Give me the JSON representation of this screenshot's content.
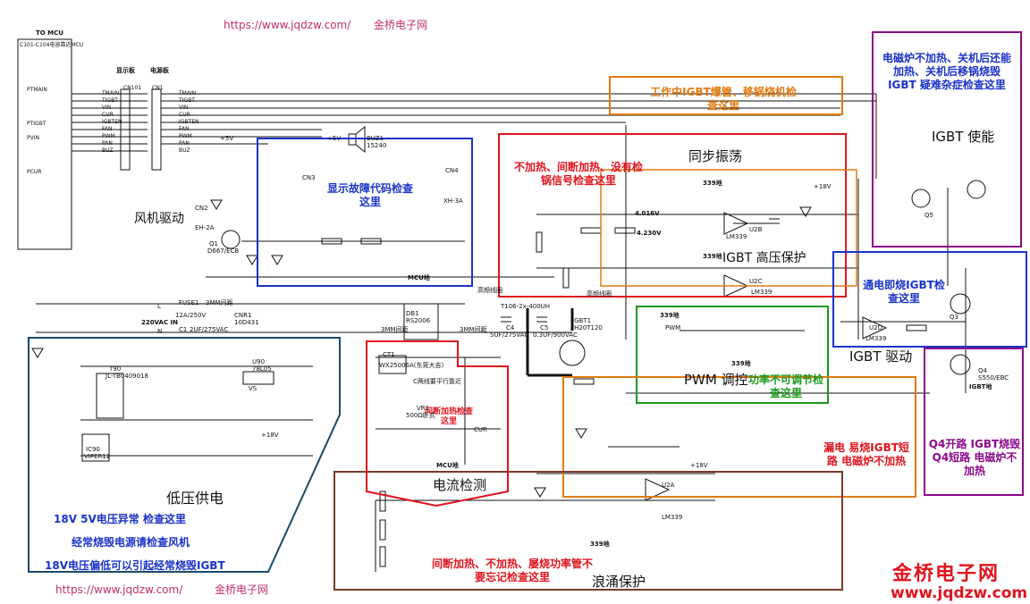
{
  "header": {
    "url_text": "https://www.jqdzw.com/",
    "site_name": "金桥电子网"
  },
  "footer": {
    "url_text": "https://www.jqdzw.com/",
    "site_name": "金桥电子网"
  },
  "logo": {
    "name": "金桥电子网",
    "url": "www.jqdzw.com"
  },
  "mcu": {
    "to_mcu": "TO MCU",
    "ic_label": "C101-C104电容靠近MCU",
    "display_board": "显示板",
    "power_board": "电源板",
    "cn101": "CN101",
    "cn1": "CN1"
  },
  "signals": [
    "TMAIN",
    "TIGBT",
    "VIN",
    "CUR",
    "IGBTEN",
    "FAN",
    "PWM",
    "PAN",
    "BUZ"
  ],
  "mcu_pins": [
    "PTMAIN",
    "PTIGBT",
    "PVIN",
    "PCUR"
  ],
  "blocks": {
    "fan_drive": "风机驱动",
    "low_voltage": "低压供电",
    "current_detect": "电流检测",
    "surge_protect": "浪涌保护",
    "sync_osc": "同步振荡",
    "igbt_hv_protect": "IGBT 高压保护",
    "pwm_control": "PWM 调控",
    "igbt_drive": "IGBT 驱动",
    "igbt_enable": "IGBT 使能"
  },
  "notes": {
    "display_fault": "显示故障代码检查这里",
    "no_heat": "不加热、间断加热、没有检锅信号检查这里",
    "igbt_burst": "工作中IGBT爆管、移锅烧机检查这里",
    "power_off_burn": "电磁炉不加热、关机后还能加热、关机后移锅烧毁IGBT 疑难杂症检查这里",
    "power_on_burn": "通电即烧IGBT检查这里",
    "power_not_adjust": "功率不可调节检查这里",
    "leak": "漏电 易烧IGBT短路 电磁炉不加热",
    "q4": "Q4开路 IGBT烧毁Q4短路 电磁炉不加热",
    "intermittent_heat": "间断加热检查这里",
    "surge_note": "间断加热、不加热、屡烧功率管不要忘记检查这里",
    "lv_18v": "18V 5V电压异常 检查这里",
    "lv_fan": "经常烧毁电源请检查风机",
    "lv_18v_low": "18V电压偏低可以引起经常烧毁IGBT"
  },
  "components": {
    "fuse": "FUSE1",
    "fuse_val": "12A/250V",
    "ac_in": "220VAC IN",
    "cnr1": "CNR1",
    "cnr1_val": "10D431",
    "c1": "C1",
    "c1_val": "2UF/275VAC",
    "db1": "DB1",
    "db1_val": "RS2006",
    "c4": "C4",
    "c4_val": "5UF/275VAC",
    "c5": "C5",
    "c5_val": "0.3UF/900VAC",
    "igbt1": "IGBT1",
    "igbt1_val": "IH20T120",
    "t106": "T106-2x-400UH",
    "ct1": "CT1",
    "ct1_val": "WX25006A(东莞大吉)",
    "t90": "T90",
    "t90_val": "JL-TB0409018",
    "u90": "U90",
    "u90_val": "78L05",
    "vs": "VS",
    "ic90": "IC90",
    "ic90_val": "VIPER12",
    "buz": "BUZ1",
    "buz_val": "15240",
    "u2a": "U2A",
    "u2b": "U2B",
    "u2c": "U2C",
    "u2d": "U2D",
    "lm339": "LM339",
    "q1": "Q1",
    "q1_val": "D667/ECB",
    "q3": "Q3",
    "q4": "Q4",
    "q4_val": "S550/EBC",
    "q5": "Q5",
    "v4016": "4.016V",
    "v4230": "4.230V",
    "gnd339": "339地",
    "mcu_gnd": "MCU地",
    "pwm": "PWM",
    "cur": "CUR",
    "vr1": "VR1",
    "vr1_val": "500Ω卧式",
    "ct_note": "C两线要平行靠近",
    "plus5v": "+5V",
    "plus18v": "+18V",
    "igbt_label": "IGBT地",
    "eh2a": "EH-2A",
    "cn2": "CN2",
    "cn3": "CN3",
    "cn4": "CN4",
    "xh3a": "XH-3A",
    "mm3a": "3MM间距",
    "mm3b": "3MM间距",
    "mm3c": "3MM间距",
    "coil_a": "高频线圈",
    "coil_b": "高频线圈",
    "l": "L",
    "n": "N"
  },
  "colors": {
    "red": "#e0141e",
    "blue": "#1a33c8",
    "green": "#1a9a1a",
    "orange": "#e07a10",
    "purple": "#8a0a8a",
    "teal": "#1a4a6a",
    "maroon": "#7a3a2a"
  }
}
